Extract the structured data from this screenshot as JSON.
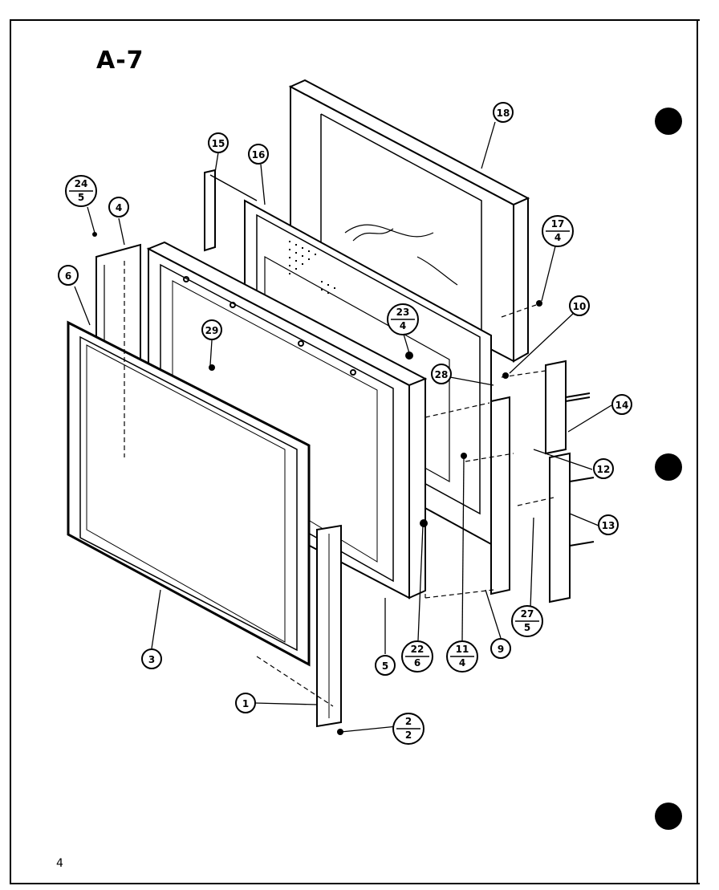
{
  "header": {
    "title": "A-7"
  },
  "footer": {
    "page_number": "4"
  },
  "callouts": {
    "c24_5": {
      "top": "24",
      "bottom": "5"
    },
    "c4": "4",
    "c6": "6",
    "c15": "15",
    "c16": "16",
    "c18": "18",
    "c17_4": {
      "top": "17",
      "bottom": "4"
    },
    "c29": "29",
    "c23_4": {
      "top": "23",
      "bottom": "4"
    },
    "c10": "10",
    "c28": "28",
    "c14": "14",
    "c12": "12",
    "c13": "13",
    "c27_5": {
      "top": "27",
      "bottom": "5"
    },
    "c9": "9",
    "c11_4": {
      "top": "11",
      "bottom": "4"
    },
    "c22_6": {
      "top": "22",
      "bottom": "6"
    },
    "c5": "5",
    "c3": "3",
    "c1": "1",
    "c2_2": {
      "top": "2",
      "bottom": "2"
    }
  }
}
